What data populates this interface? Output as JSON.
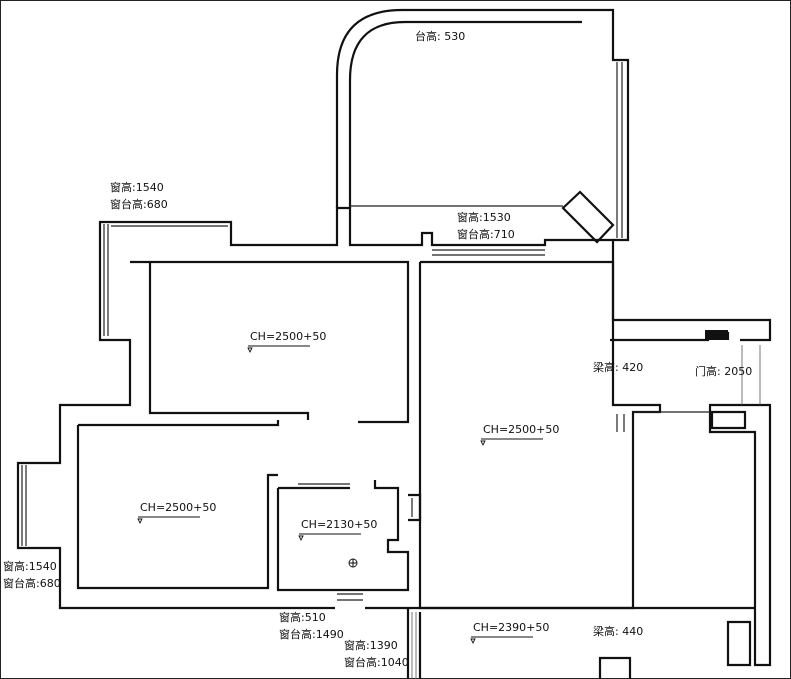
{
  "labels": {
    "balcony_sill": "台高: 530",
    "win_nw_h": "窗高:1540",
    "win_nw_s": "窗台高:680",
    "win_n_h": "窗高:1530",
    "win_n_s": "窗台高:710",
    "room_nw_ch": "CH=2500+50",
    "room_c_ch": "CH=2500+50",
    "room_w_ch": "CH=2500+50",
    "bath_ch": "CH=2130+50",
    "beam_1": "梁高: 420",
    "door_h": "门高: 2050",
    "win_w_h": "窗高:1540",
    "win_w_s": "窗台高:680",
    "win_bath_h": "窗高:510",
    "win_bath_s": "窗台高:1490",
    "win_s_h": "窗高:1390",
    "win_s_s": "窗台高:1040",
    "room_s_ch": "CH=2390+50",
    "beam_2": "梁高: 440"
  }
}
